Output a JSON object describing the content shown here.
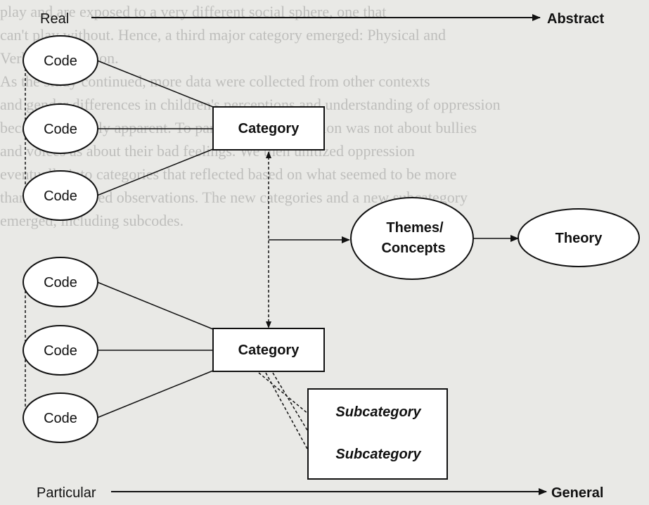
{
  "axes": {
    "top_left": "Real",
    "top_right": "Abstract",
    "bottom_left": "Particular",
    "bottom_right": "General"
  },
  "nodes": {
    "code_1": "Code",
    "code_2": "Code",
    "code_3": "Code",
    "code_4": "Code",
    "code_5": "Code",
    "code_6": "Code",
    "category_1": "Category",
    "category_2": "Category",
    "themes_line1": "Themes/",
    "themes_line2": "Concepts",
    "theory": "Theory",
    "subcategory_1": "Subcategory",
    "subcategory_2": "Subcategory"
  },
  "background_text": [
    "play and are exposed to a very different social sphere, one that",
    "can't play without. Hence, a third major category emerged: Physical and",
    "Verbal Oppression.",
    "   As the study continued, more data were collected from other contexts",
    "and gender differences in children's perceptions and understanding of oppression",
    "became strikingly apparent. To participants, oppression was not about bullies",
    "and voices as about their bad feelings. We then unitized oppression",
    "eventually into categories that reflected based on what seemed to be more",
    "than gender-based observations. The new categories and a new subcategory",
    "emerged, including subcodes."
  ],
  "colors": {
    "stroke": "#111111",
    "node_fill": "#ffffff"
  }
}
